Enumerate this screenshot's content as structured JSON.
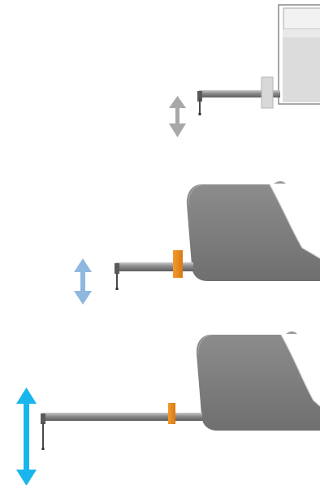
{
  "figure": {
    "panels": [
      {
        "id": "small",
        "device": "boxy-instrument-housing",
        "collar_color": "#d8d8d8",
        "arrow_color": "#a8a8a8",
        "travel_level": "short"
      },
      {
        "id": "medium",
        "device": "rounded-gray-housing",
        "collar_color": "#e88a1c",
        "arrow_color": "#8fb8e0",
        "travel_level": "medium"
      },
      {
        "id": "large",
        "device": "rounded-gray-housing",
        "collar_color": "#e88a1c",
        "arrow_color": "#18b6ec",
        "travel_level": "long"
      }
    ],
    "icons": [
      "double-headed-vertical-arrow-icon"
    ]
  }
}
